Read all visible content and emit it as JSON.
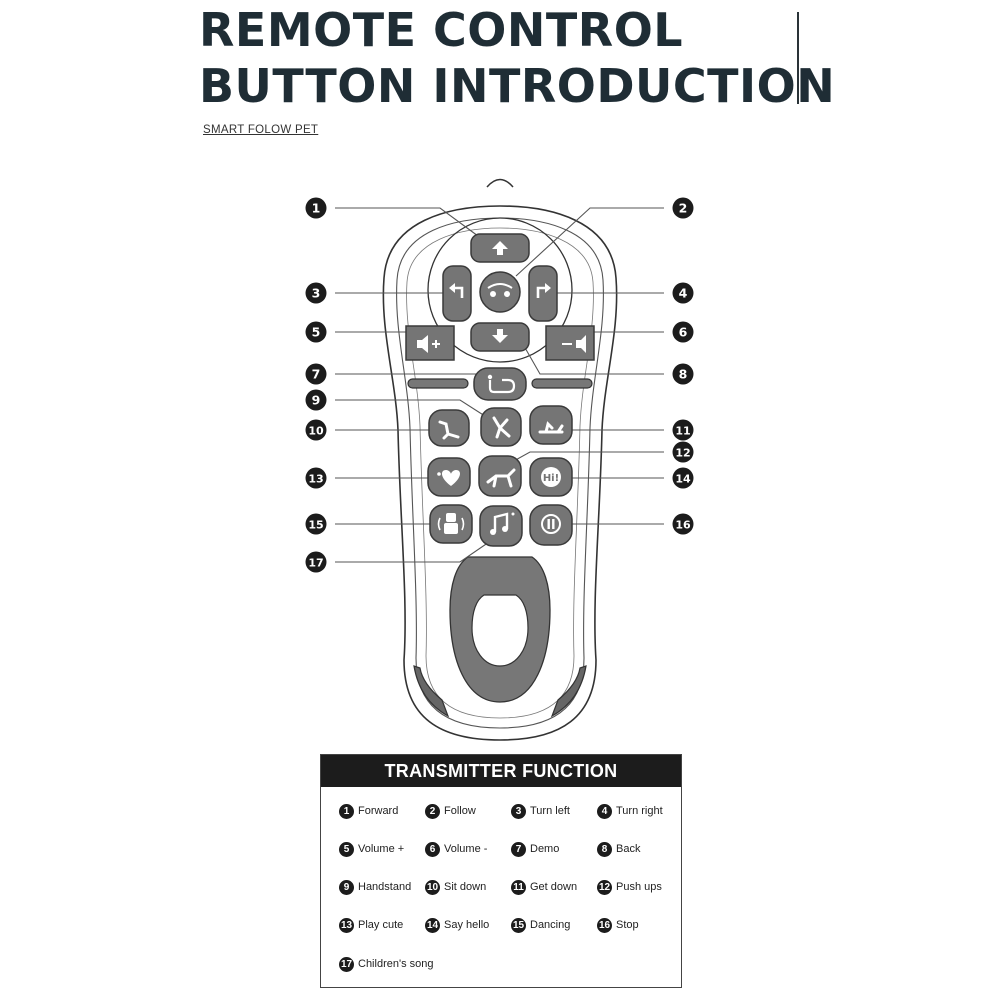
{
  "header": {
    "title_line1": "REMOTE CONTROL",
    "title_line2": "BUTTON INTRODUCTION",
    "subtitle": "SMART FOLOW PET"
  },
  "callouts": [
    {
      "num": "1"
    },
    {
      "num": "2"
    },
    {
      "num": "3"
    },
    {
      "num": "4"
    },
    {
      "num": "5"
    },
    {
      "num": "6"
    },
    {
      "num": "7"
    },
    {
      "num": "8"
    },
    {
      "num": "9"
    },
    {
      "num": "10"
    },
    {
      "num": "11"
    },
    {
      "num": "12"
    },
    {
      "num": "13"
    },
    {
      "num": "14"
    },
    {
      "num": "15"
    },
    {
      "num": "16"
    },
    {
      "num": "17"
    }
  ],
  "remote_labels": {
    "say_hello_icon_text": "Hi!"
  },
  "transmitter": {
    "title": "TRANSMITTER FUNCTION",
    "functions": [
      {
        "num": "1",
        "label": "Forward"
      },
      {
        "num": "2",
        "label": "Follow"
      },
      {
        "num": "3",
        "label": "Turn left"
      },
      {
        "num": "4",
        "label": "Turn right"
      },
      {
        "num": "5",
        "label": "Volume +"
      },
      {
        "num": "6",
        "label": "Volume -"
      },
      {
        "num": "7",
        "label": "Demo"
      },
      {
        "num": "8",
        "label": "Back"
      },
      {
        "num": "9",
        "label": "Handstand"
      },
      {
        "num": "10",
        "label": "Sit down"
      },
      {
        "num": "11",
        "label": "Get down"
      },
      {
        "num": "12",
        "label": "Push ups"
      },
      {
        "num": "13",
        "label": "Play cute"
      },
      {
        "num": "14",
        "label": "Say hello"
      },
      {
        "num": "15",
        "label": "Dancing"
      },
      {
        "num": "16",
        "label": "Stop"
      },
      {
        "num": "17",
        "label": "Children's song"
      }
    ]
  },
  "colors": {
    "button_fill": "#757575",
    "button_border": "#3a3a3a",
    "badge": "#1c1c1c",
    "ink": "#1f2d35"
  }
}
